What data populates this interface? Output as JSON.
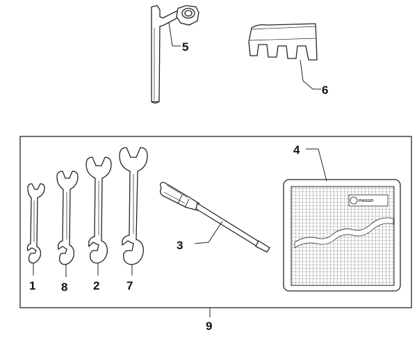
{
  "diagram": {
    "parts": [
      {
        "id": "p5",
        "number": "5"
      },
      {
        "id": "p6",
        "number": "6"
      },
      {
        "id": "p4",
        "number": "4"
      },
      {
        "id": "p3",
        "number": "3"
      },
      {
        "id": "p1",
        "number": "1"
      },
      {
        "id": "p8",
        "number": "8"
      },
      {
        "id": "p2",
        "number": "2"
      },
      {
        "id": "p7",
        "number": "7"
      },
      {
        "id": "p9",
        "number": "9"
      }
    ],
    "pouch_brand": "PIAGGIO",
    "colors": {
      "line": "#222222",
      "bg": "#ffffff",
      "pouch_grid": "#555555"
    }
  }
}
